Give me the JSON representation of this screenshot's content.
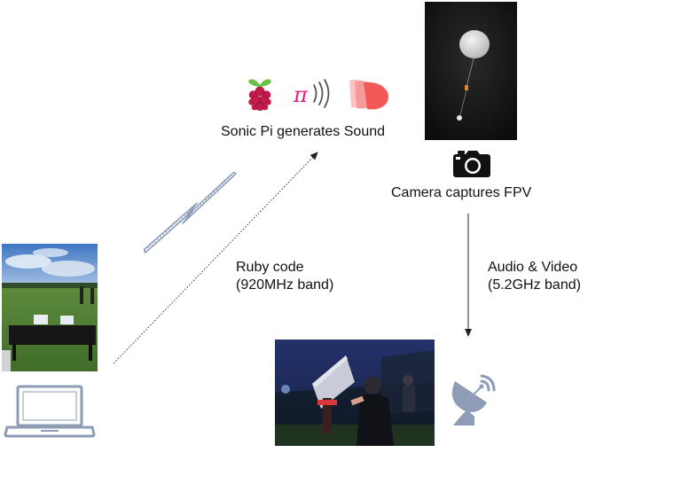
{
  "labels": {
    "sonic_pi": "Sonic Pi generates Sound",
    "camera": "Camera captures FPV",
    "ruby_code": "Ruby code\n(920MHz band)",
    "audio_video": "Audio & Video\n(5.2GHz band)"
  },
  "pi_symbol": "π",
  "colors": {
    "raspberry": "#c51a4a",
    "raspberry_leaf": "#6cc04a",
    "sonic_pi_pink": "#e8157f",
    "sound_wave": "#555555",
    "sonic_blob": "#f25a5a",
    "lightning": "#8a9bb8",
    "laptop_outline": "#8e9cb5",
    "dish": "#8e9cb5",
    "arrow": "#222222"
  },
  "icons": {
    "raspberry_pi": "raspberry-pi-logo",
    "sonic_pi_wave": "sonic-pi-logo",
    "sound_blob": "sound-blob-icon",
    "camera": "camera-icon",
    "laptop": "laptop-icon",
    "satellite_dish": "satellite-dish-icon",
    "lightning": "lightning-bolt-icon"
  },
  "photos": {
    "balloon": "balloon-photo",
    "field": "field-photo",
    "ground_station": "ground-station-photo"
  }
}
